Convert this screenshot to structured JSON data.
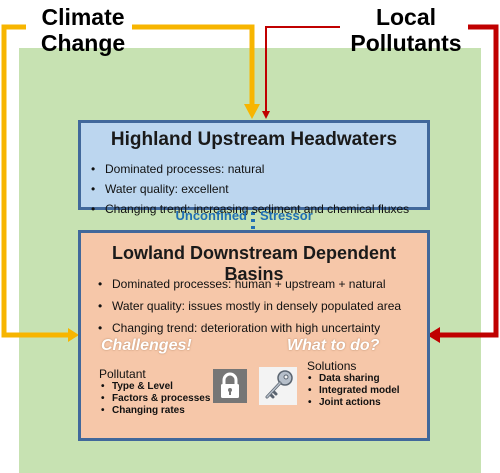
{
  "labels": {
    "climate_line1": "Climate",
    "climate_line2": "Change",
    "local_line1": "Local",
    "local_line2": "Pollutants"
  },
  "highland": {
    "title": "Highland Upstream Headwaters",
    "items": [
      "Dominated processes: natural",
      "Water quality: excellent",
      "Changing trend: increasing sediment and chemical fluxes"
    ]
  },
  "connector": {
    "left": "Unconfined",
    "right": "Stressor"
  },
  "lowland": {
    "title": "Lowland Downstream Dependent Basins",
    "items": [
      "Dominated processes: human + upstream + natural",
      "Water quality: issues mostly in densely populated area",
      "Changing trend: deterioration with high uncertainty"
    ],
    "challenges_title": "Challenges!",
    "whattodo_title": "What to do?",
    "pollutant": {
      "heading": "Pollutant",
      "items": [
        "Type & Level",
        "Factors & processes",
        "Changing rates"
      ]
    },
    "solutions": {
      "heading": "Solutions",
      "items": [
        "Data sharing",
        "Integrated model",
        "Joint actions"
      ]
    }
  },
  "colors": {
    "background": "#c7e2b2",
    "highland_fill": "#bcd6ef",
    "lowland_fill": "#f6c7a9",
    "box_border": "#41689b",
    "climate_arrow": "#f7b500",
    "pollutant_arrow": "#c00000",
    "connector_text": "#1f6fb4"
  },
  "icons": {
    "lock": "lock-icon",
    "key": "key-icon"
  }
}
